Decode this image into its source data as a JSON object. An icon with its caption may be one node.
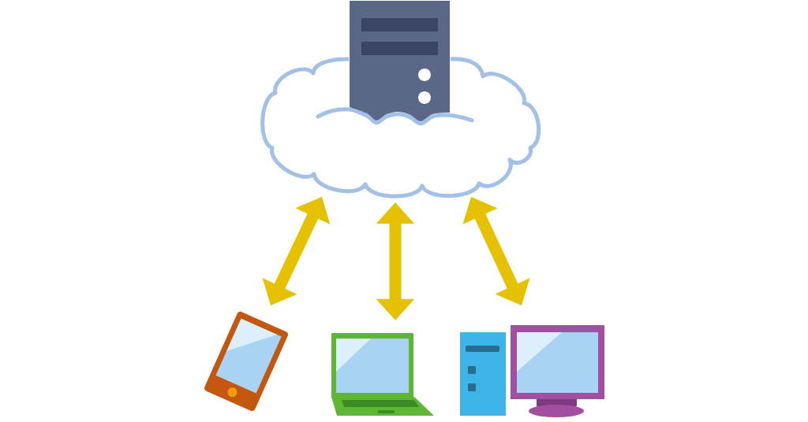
{
  "diagram": {
    "nodes": [
      {
        "text": [],
        "shape": "cloud"
      },
      {
        "text": [],
        "shape": "picture"
      },
      {
        "text": [],
        "shape": "picture"
      },
      {
        "text": [],
        "shape": "picture"
      },
      {
        "text": [],
        "shape": "picture"
      }
    ],
    "edges": [
      {
        "from": 0,
        "to": 2,
        "arrow": "both"
      },
      {
        "from": 0,
        "to": 3,
        "arrow": "both"
      },
      {
        "from": 0,
        "to": 4,
        "arrow": "both"
      }
    ]
  }
}
